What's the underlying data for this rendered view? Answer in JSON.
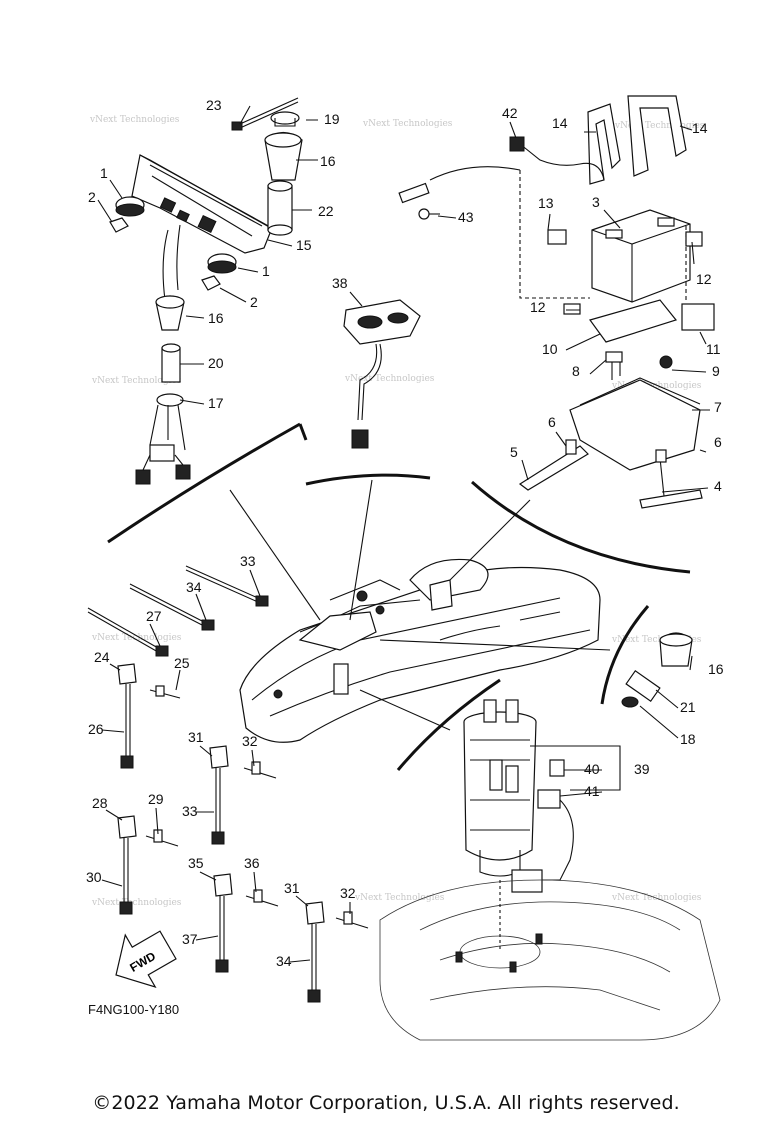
{
  "diagram": {
    "code": "F4NG100-Y180",
    "fwd_label": "FWD",
    "watermark": "vNext Technologies",
    "copyright": "©2022 Yamaha Motor Corporation, U.S.A. All rights reserved.",
    "callouts": {
      "c1a": "1",
      "c1b": "1",
      "c2a": "2",
      "c2b": "2",
      "c3": "3",
      "c4": "4",
      "c5": "5",
      "c6a": "6",
      "c6b": "6",
      "c7": "7",
      "c8": "8",
      "c9": "9",
      "c10": "10",
      "c11": "11",
      "c12a": "12",
      "c12b": "12",
      "c13": "13",
      "c14a": "14",
      "c14b": "14",
      "c15": "15",
      "c16a": "16",
      "c16b": "16",
      "c16c": "16",
      "c17": "17",
      "c18": "18",
      "c19": "19",
      "c20": "20",
      "c21": "21",
      "c22": "22",
      "c23": "23",
      "c24": "24",
      "c25": "25",
      "c26": "26",
      "c27": "27",
      "c28": "28",
      "c29": "29",
      "c30": "30",
      "c31a": "31",
      "c31b": "31",
      "c32a": "32",
      "c32b": "32",
      "c33a": "33",
      "c33b": "33",
      "c34a": "34",
      "c34b": "34",
      "c35": "35",
      "c36": "36",
      "c37": "37",
      "c38": "38",
      "c39": "39",
      "c40": "40",
      "c41": "41",
      "c42": "42",
      "c43": "43"
    }
  }
}
